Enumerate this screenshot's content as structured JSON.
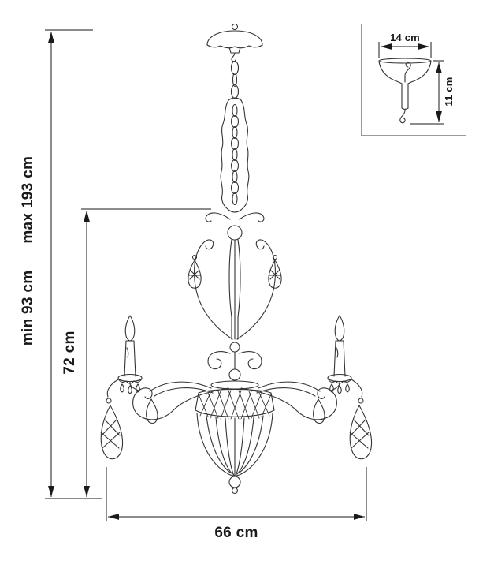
{
  "page": {
    "background": "#ffffff",
    "line_color": "#333333",
    "dimension_color": "#1a1a1a",
    "subject": "chandelier dimension drawing"
  },
  "labels": {
    "overall_height_min": "min 93 cm",
    "overall_height_max": "max 193 cm",
    "body_height": "72 cm",
    "width": "66 cm",
    "inset": {
      "canopy_width": "14 cm",
      "canopy_height": "11 cm"
    }
  }
}
